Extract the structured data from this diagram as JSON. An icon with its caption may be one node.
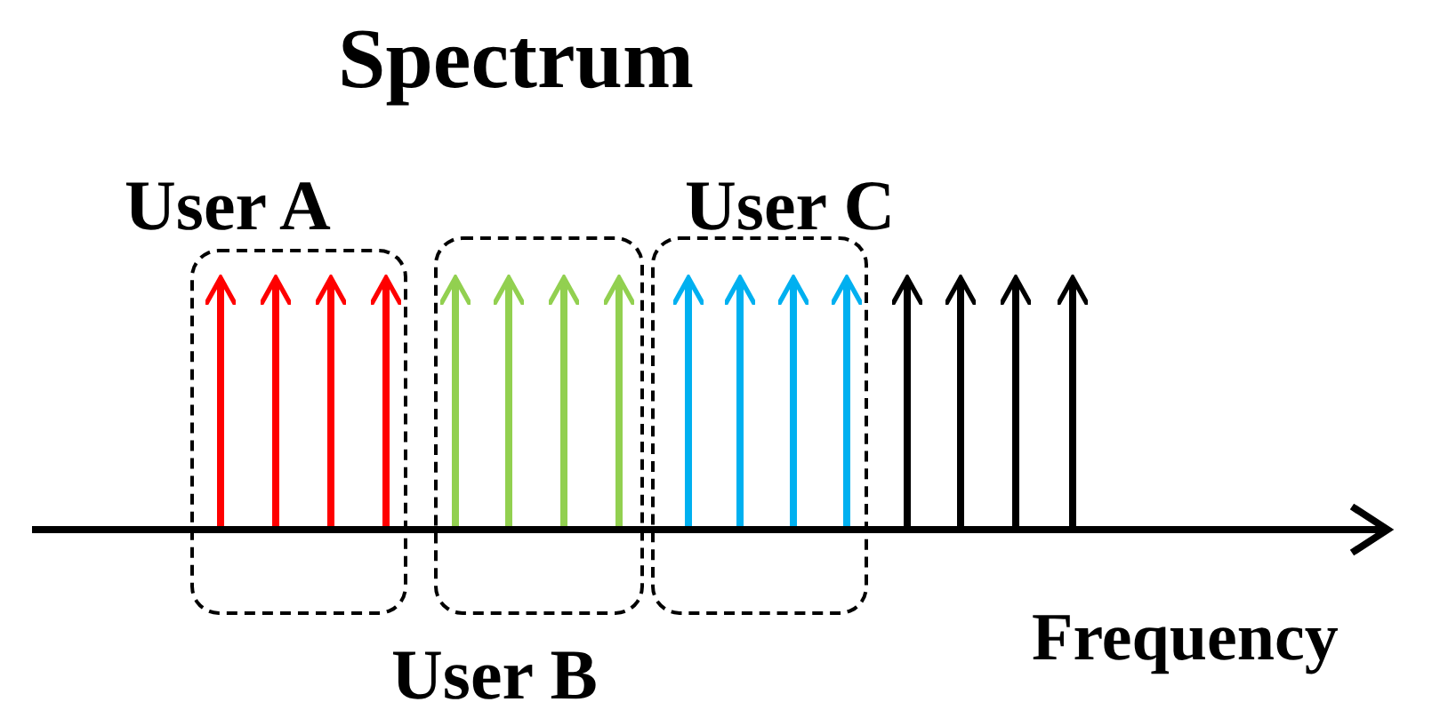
{
  "diagram": {
    "title": "Spectrum",
    "nodes": [
      {
        "text": [
          "User A"
        ]
      },
      {
        "text": [
          "User B"
        ]
      },
      {
        "text": [
          "User C"
        ]
      }
    ],
    "labels": [
      "Frequency"
    ]
  }
}
